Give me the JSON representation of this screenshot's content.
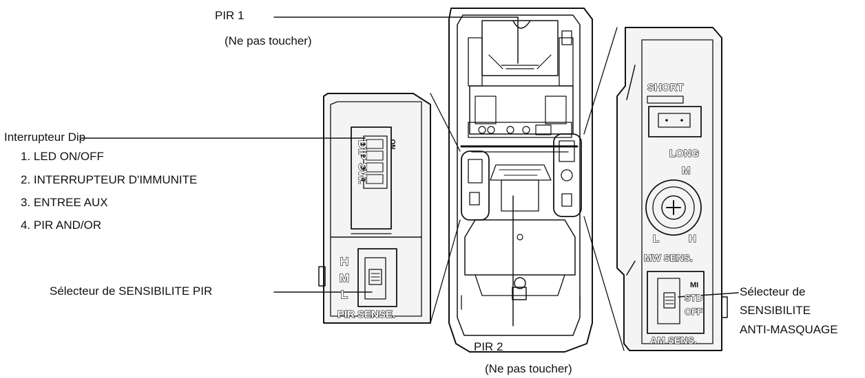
{
  "callouts": {
    "pir1": {
      "name": "PIR 1",
      "note": "(Ne pas toucher)"
    },
    "pir2": {
      "name": "PIR 2",
      "note": "(Ne pas toucher)"
    },
    "dip": {
      "title": "Interrupteur Dip",
      "items": [
        "1.  LED ON/OFF",
        "2.  INTERRUPTEUR D'IMMUNITE",
        "3.  ENTREE AUX",
        "4.  PIR AND/OR"
      ]
    },
    "pir_sens": "Sélecteur de SENSIBILITE PIR",
    "am_sens": [
      "Sélecteur de",
      "SENSIBILITE",
      "ANTI-MASQUAGE"
    ]
  },
  "panel_left": {
    "dip_label": "DIP SW.",
    "dip_on": "ON",
    "dip_numbers": [
      "1",
      "2",
      "3",
      "4"
    ],
    "sens_levels": [
      "H",
      "M",
      "L"
    ],
    "sens_label": "PIR SENSE."
  },
  "panel_right": {
    "short": "SHORT",
    "long": "LONG",
    "m": "M",
    "l": "L",
    "h": "H",
    "mw_label": "MW SENS.",
    "am_options": [
      "MI",
      "STD",
      "OFF"
    ],
    "am_label": "AM SENS."
  },
  "colors": {
    "line": "#111111",
    "background": "#ffffff",
    "panel_shade": "#f4f4f4"
  }
}
